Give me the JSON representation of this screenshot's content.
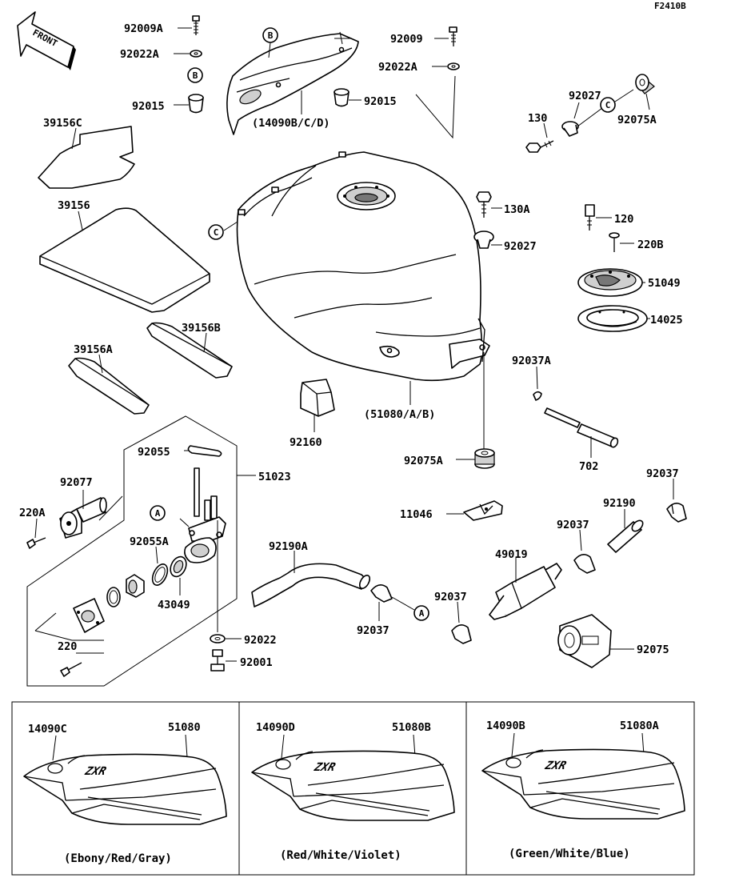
{
  "drawing_code": "F2410B",
  "front_label": "FRONT",
  "callouts": {
    "n92009A": "92009A",
    "n92022A_l": "92022A",
    "n92015_l": "92015",
    "n39156C": "39156C",
    "n39156": "39156",
    "n39156B": "39156B",
    "n39156A": "39156A",
    "n14090BCD": "(14090B/C/D)",
    "n92009": "92009",
    "n92022A_r": "92022A",
    "n92015_r": "92015",
    "n92027_top": "92027",
    "n130": "130",
    "n92075A_top": "92075A",
    "n130A": "130A",
    "n92027": "92027",
    "n120": "120",
    "n220B": "220B",
    "n51049": "51049",
    "n14025": "14025",
    "n92037A": "92037A",
    "n51080AB": "(51080/A/B)",
    "n92160": "92160",
    "n92075A": "92075A",
    "n702": "702",
    "n92055": "92055",
    "n51023": "51023",
    "n92077": "92077",
    "n220A": "220A",
    "n92055A": "92055A",
    "n43049": "43049",
    "n220": "220",
    "n92022": "92022",
    "n92001": "92001",
    "n92190A": "92190A",
    "n92037_hose": "92037",
    "n11046": "11046",
    "n92037_right": "92037",
    "n92190": "92190",
    "n92037_mid": "92037",
    "n49019": "49019",
    "n92037_low": "92037",
    "n92075": "92075"
  },
  "ref_markers": {
    "a": "A",
    "b": "B",
    "c": "C"
  },
  "variants": [
    {
      "cover": "14090C",
      "tank": "51080",
      "color": "(Ebony/Red/Gray)",
      "logo": "ZXR"
    },
    {
      "cover": "14090D",
      "tank": "51080B",
      "color": "(Red/White/Violet)",
      "logo": "ZXR"
    },
    {
      "cover": "14090B",
      "tank": "51080A",
      "color": "(Green/White/Blue)",
      "logo": "ZXR"
    }
  ]
}
